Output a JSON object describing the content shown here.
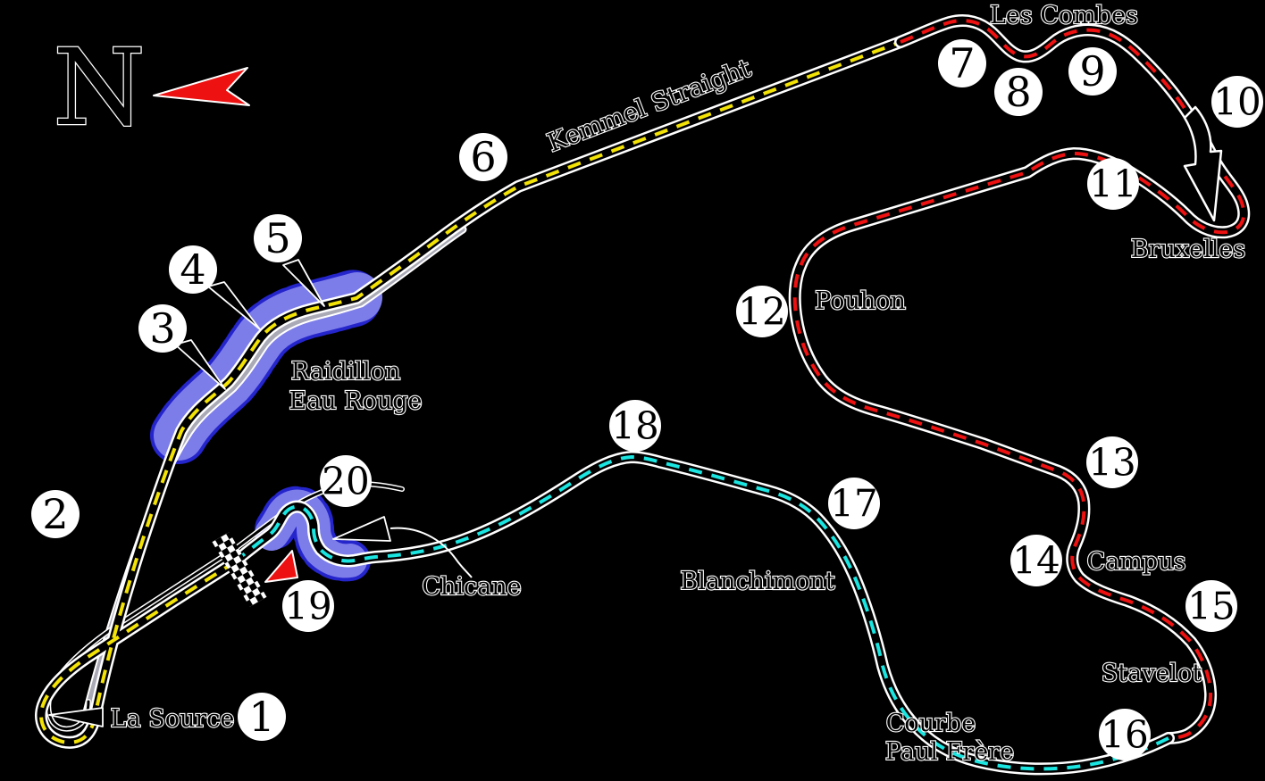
{
  "compass": {
    "north_label": "N"
  },
  "corners": [
    {
      "number": "1"
    },
    {
      "number": "2"
    },
    {
      "number": "3"
    },
    {
      "number": "4"
    },
    {
      "number": "5"
    },
    {
      "number": "6"
    },
    {
      "number": "7"
    },
    {
      "number": "8"
    },
    {
      "number": "9"
    },
    {
      "number": "10"
    },
    {
      "number": "11"
    },
    {
      "number": "12"
    },
    {
      "number": "13"
    },
    {
      "number": "14"
    },
    {
      "number": "15"
    },
    {
      "number": "16"
    },
    {
      "number": "17"
    },
    {
      "number": "18"
    },
    {
      "number": "19"
    },
    {
      "number": "20"
    }
  ],
  "corner_labels": {
    "la_source": "La Source",
    "raidillon_line1": "Raidillon",
    "raidillon_line2": "Eau Rouge",
    "kemmel": "Kemmel Straight",
    "les_combes": "Les Combes",
    "bruxelles": "Bruxelles",
    "pouhon": "Pouhon",
    "campus": "Campus",
    "stavelot": "Stavelot",
    "courbe_line1": "Courbe",
    "courbe_line2": "Paul Frère",
    "blanchimont": "Blanchimont",
    "chicane": "Chicane"
  },
  "colors": {
    "background": "#000000",
    "track_edge": "#ffffff",
    "track_road": "#000000",
    "sector1_dash_yellow": "#f2e205",
    "sector2_dash_red": "#ee1111",
    "sector3_dash_cyan": "#1ae5e0",
    "highlight_zone_fill": "#7d7dea",
    "highlight_zone_border": "#2525cc",
    "old_road_gray": "#aaaab6",
    "start_arrow_red": "#ee1111",
    "compass_arrow_red": "#ee1111"
  }
}
